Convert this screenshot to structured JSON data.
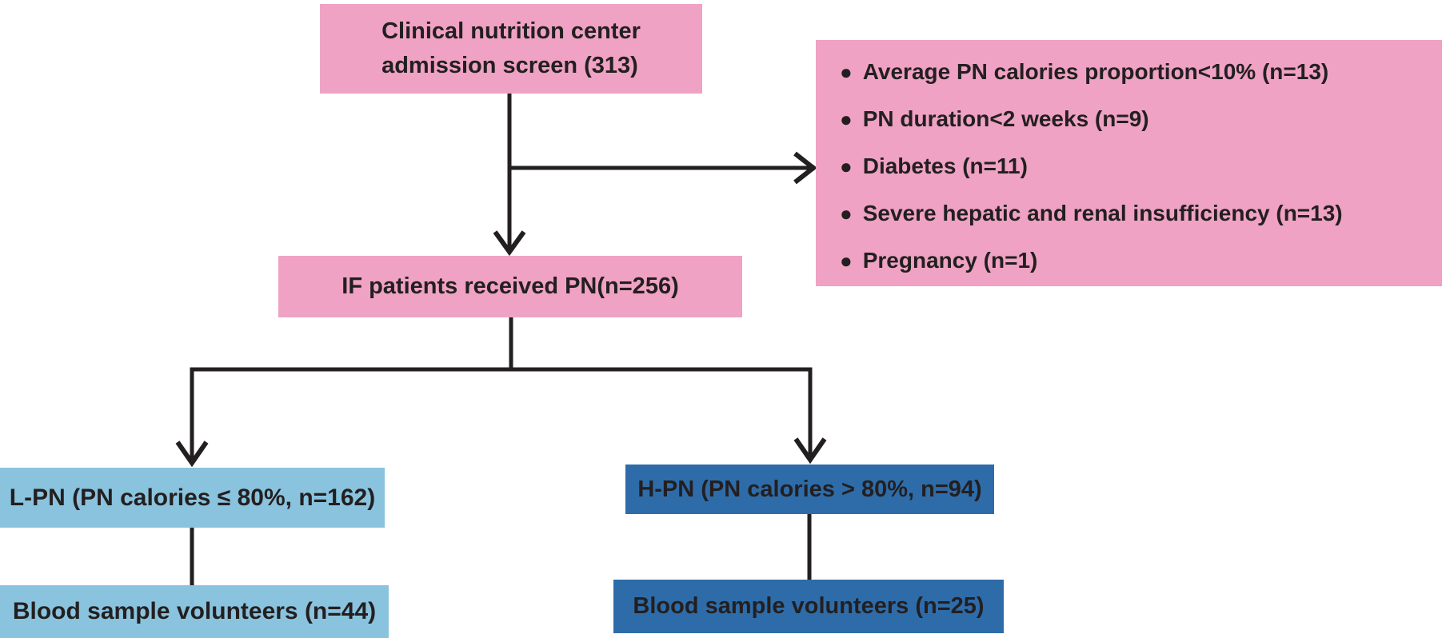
{
  "figure": {
    "background": "#ffffff"
  },
  "colors": {
    "box_pink": "#efa2c3",
    "box_light_blue": "#8ac3de",
    "box_dark_blue": "#2e6ca9",
    "text_dark": "#231f20",
    "connector": "#231f20"
  },
  "flowchart": {
    "top_box": {
      "line1": "Clinical nutrition center",
      "line2": "admission screen (313)"
    },
    "exclusion_box": {
      "bullet": "●",
      "items": [
        "Average PN calories proportion<10% (n=13)",
        "PN duration<2 weeks (n=9)",
        "Diabetes (n=11)",
        "Severe hepatic and renal insufficiency (n=13)",
        "Pregnancy (n=1)"
      ]
    },
    "middle_box": {
      "label": "IF patients received PN(n=256)"
    },
    "lpn_box": {
      "label": "L-PN (PN calories ≤ 80%, n=162)"
    },
    "lpn_blood_box": {
      "label": "Blood sample volunteers (n=44)"
    },
    "hpn_box": {
      "label": "H-PN (PN calories > 80%, n=94)"
    },
    "hpn_blood_box": {
      "label": "Blood sample volunteers (n=25)"
    }
  }
}
